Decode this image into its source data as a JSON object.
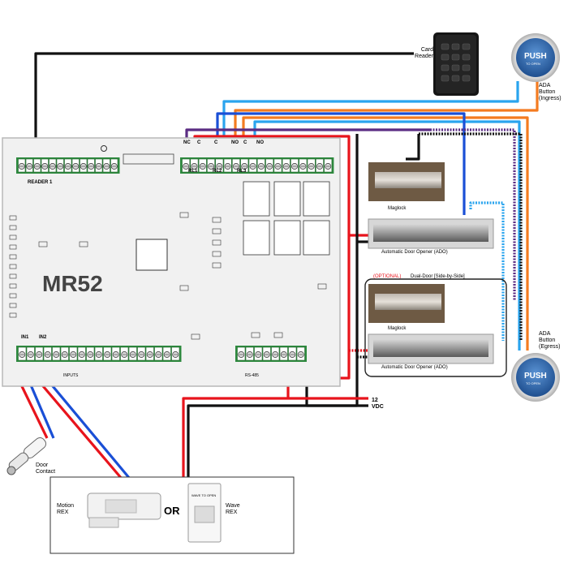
{
  "board": {
    "model": "MR52",
    "reader_port": "READER 1",
    "relay_labels": [
      "RL1",
      "RL2",
      "RL3"
    ],
    "relay_terminal_labels": [
      "NC",
      "C",
      "C",
      "NO",
      "C",
      "NO"
    ],
    "input_labels": [
      "IN1",
      "IN2"
    ],
    "inputs_caption": "INPUTS",
    "rs485_caption": "RS-485"
  },
  "devices": {
    "card_reader": "Card Reader",
    "ada_ingress": "ADA Button (Ingress)",
    "ada_egress": "ADA Button (Egress)",
    "push_button_text": "PUSH",
    "push_button_subtext": "TO OPEN",
    "maglock": "Maglock",
    "ado": "Automatic Door Opener (ADO)",
    "optional_tag": "(OPTIONAL)",
    "dual_door": "Dual-Door [Side-by-Side]",
    "door_contact": "Door Contact",
    "power": "12 VDC",
    "motion_rex": "Motion REX",
    "or_text": "OR",
    "wave_rex": "Wave REX",
    "wave_plate_text": "WAVE TO OPEN"
  },
  "colors": {
    "red": "#e8141c",
    "black": "#111111",
    "blue": "#1a4fd6",
    "light_blue": "#2aa4ee",
    "orange": "#f47b20",
    "purple": "#5b2c83",
    "board": "#f1f1f1",
    "terminal_green": "#2d8a3e",
    "ada_button": "#2b6bb0"
  }
}
